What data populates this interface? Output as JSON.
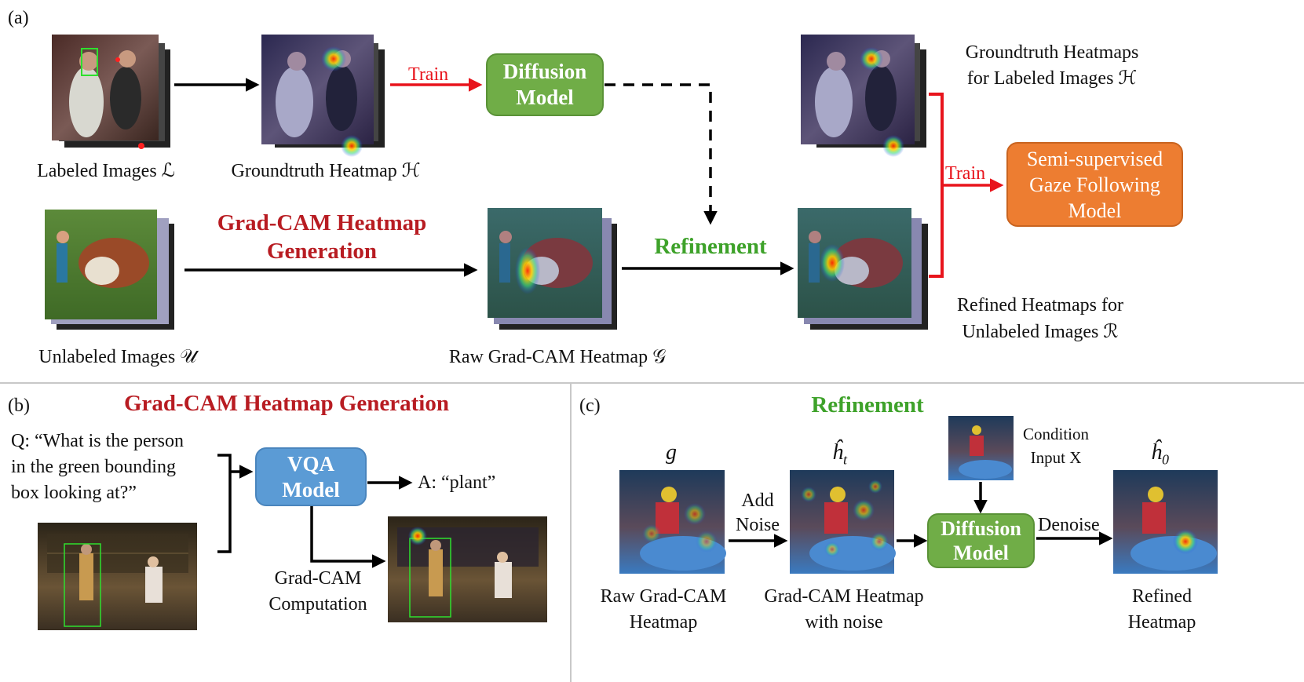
{
  "panels": {
    "a_label": "(a)",
    "b_label": "(b)",
    "c_label": "(c)"
  },
  "panel_a": {
    "labeled_images": "Labeled Images ℒ",
    "gt_heatmap": "Groundtruth Heatmap ℋ",
    "train_1": "Train",
    "diffusion_model": [
      "Diffusion",
      "Model"
    ],
    "gt_heatmaps_labeled": [
      "Groundtruth Heatmaps",
      "for Labeled Images ℋ"
    ],
    "train_2": "Train",
    "semi_supervised": [
      "Semi-supervised",
      "Gaze Following",
      "Model"
    ],
    "gradcam_gen": [
      "Grad-CAM Heatmap",
      "Generation"
    ],
    "refinement": "Refinement",
    "unlabeled_images": "Unlabeled Images 𝒰",
    "raw_gradcam": "Raw Grad-CAM Heatmap 𝒢",
    "refined_heatmaps": [
      "Refined Heatmaps for",
      "Unlabeled Images ℛ"
    ]
  },
  "panel_b": {
    "title": "Grad-CAM Heatmap Generation",
    "question": [
      "Q: “What is the person",
      "in the green bounding",
      "box looking at?”"
    ],
    "vqa_model": [
      "VQA",
      "Model"
    ],
    "answer": "A: “plant”",
    "gradcam_computation": [
      "Grad-CAM",
      "Computation"
    ]
  },
  "panel_c": {
    "title": "Refinement",
    "g_symbol": "g",
    "ht_symbol": "ĥ",
    "ht_sub": "t",
    "h0_symbol": "ĥ",
    "h0_sub": "0",
    "add_noise": [
      "Add",
      "Noise"
    ],
    "condition": [
      "Condition",
      "Input X"
    ],
    "diffusion_model": [
      "Diffusion",
      "Model"
    ],
    "denoise": "Denoise",
    "raw_gradcam": [
      "Raw Grad-CAM",
      "Heatmap"
    ],
    "noisy_heatmap": [
      "Grad-CAM Heatmap",
      "with noise"
    ],
    "refined": [
      "Refined",
      "Heatmap"
    ]
  },
  "colors": {
    "arrow_red": "#e8141c",
    "title_red": "#b81c22",
    "title_green": "#3ea22a",
    "diffusion_green": "#70ad47",
    "vqa_blue": "#5b9bd5",
    "semi_orange": "#ed7d31"
  }
}
